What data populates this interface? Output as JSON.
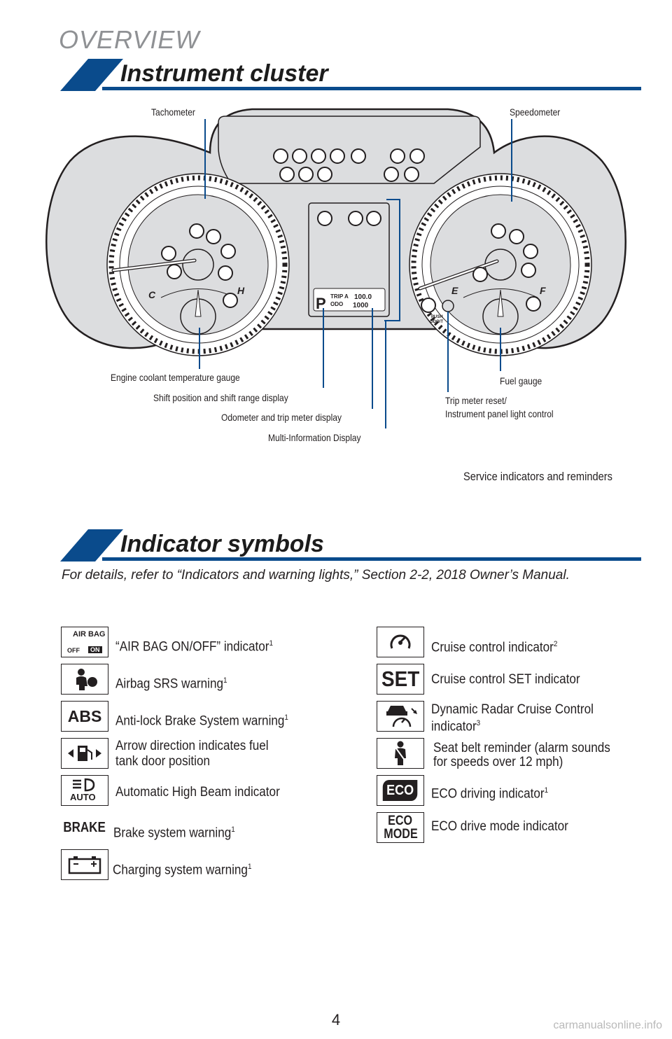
{
  "header": {
    "section": "OVERVIEW",
    "title": "Instrument cluster"
  },
  "cluster": {
    "labels": {
      "tachometer": "Tachometer",
      "speedometer": "Speedometer",
      "coolant": "Engine coolant temperature gauge",
      "shift": "Shift position and shift range display",
      "odometer": "Odometer and trip meter display",
      "mid": "Multi-Information Display",
      "fuel": "Fuel gauge",
      "trip_reset_1": "Trip meter reset/",
      "trip_reset_2": "Instrument panel light control"
    },
    "dial_letters": {
      "c": "C",
      "h": "H",
      "e": "E",
      "f": "F"
    },
    "display": {
      "gear": "P",
      "trip_label": "TRIP A",
      "odo_label": "ODO",
      "trip_value": "100.0",
      "odo_value": "1000",
      "push_label_1": "PUSH",
      "push_label_2": "ODO/T"
    },
    "legend": "Service indicators and reminders"
  },
  "indicators": {
    "title": "Indicator symbols",
    "details": "For details, refer to “Indicators and warning lights,” Section 2-2, 2018 Owner’s Manual.",
    "left": [
      {
        "icon": "airbag-on-off-icon",
        "icon_text_1": "AIR BAG",
        "icon_text_2": "OFF",
        "icon_text_3": "ON",
        "label": "“AIR BAG ON/OFF” indicator",
        "note": "1"
      },
      {
        "icon": "airbag-srs-icon",
        "label": "Airbag SRS warning",
        "note": "1"
      },
      {
        "icon": "abs-icon",
        "icon_text_1": "ABS",
        "label": "Anti-lock Brake System warning",
        "note": "1"
      },
      {
        "icon": "fuel-door-icon",
        "label_1": "Arrow direction indicates fuel",
        "label_2": "tank door position"
      },
      {
        "icon": "auto-high-beam-icon",
        "icon_text_1": "AUTO",
        "label": "Automatic High Beam indicator"
      },
      {
        "icon": "brake-icon",
        "icon_text_1": "BRAKE",
        "label": "Brake system warning",
        "note": "1"
      },
      {
        "icon": "battery-icon",
        "label": "Charging system warning",
        "note": "1"
      }
    ],
    "right": [
      {
        "icon": "cruise-control-icon",
        "label": "Cruise control indicator",
        "note": "2"
      },
      {
        "icon": "cruise-set-icon",
        "icon_text_1": "SET",
        "label": "Cruise control SET indicator"
      },
      {
        "icon": "radar-cruise-icon",
        "label_1": "Dynamic Radar Cruise Control",
        "label_2": "indicator",
        "note": "3"
      },
      {
        "icon": "seat-belt-icon",
        "label_1": "Seat belt reminder (alarm sounds",
        "label_2": "for speeds over 12 mph)"
      },
      {
        "icon": "eco-icon",
        "icon_text_1": "ECO",
        "label": "ECO driving indicator",
        "note": "1"
      },
      {
        "icon": "eco-mode-icon",
        "icon_text_1": "ECO",
        "icon_text_2": "MODE",
        "label": "ECO drive mode indicator"
      }
    ]
  },
  "footer": {
    "page_number": "4",
    "watermark": "carmanualsonline.info"
  },
  "colors": {
    "brand_blue": "#0a4b8c",
    "gray_heading": "#8f9194",
    "cluster_fill": "#dcdddf"
  }
}
